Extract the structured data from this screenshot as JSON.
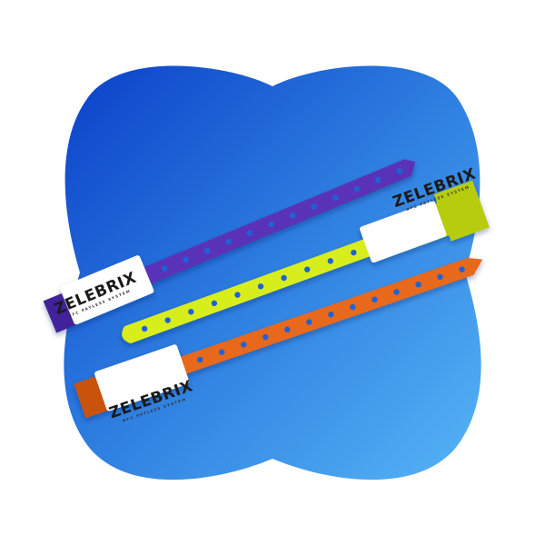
{
  "background_shape": {
    "name": "quatrefoil-blob",
    "gradient_colors": [
      "#0b40c9",
      "#2e7fe0",
      "#56b4f6"
    ]
  },
  "wristbands": [
    {
      "name": "purple-wristband",
      "color": "#5a31b8",
      "shade": "#43239a",
      "brand": "ZELEBRIX",
      "tagline": "NFC PAYLESS SYSTEM"
    },
    {
      "name": "yellow-wristband",
      "color": "#d7ee1e",
      "shade": "#b6cc10",
      "brand": "ZELEBRIX",
      "tagline": "NFC PAYLESS SYSTEM"
    },
    {
      "name": "orange-wristband",
      "color": "#e8681b",
      "shade": "#c9530f",
      "brand": "ZELEBRIX",
      "tagline": "NFC PAYLESS SYSTEM"
    }
  ]
}
